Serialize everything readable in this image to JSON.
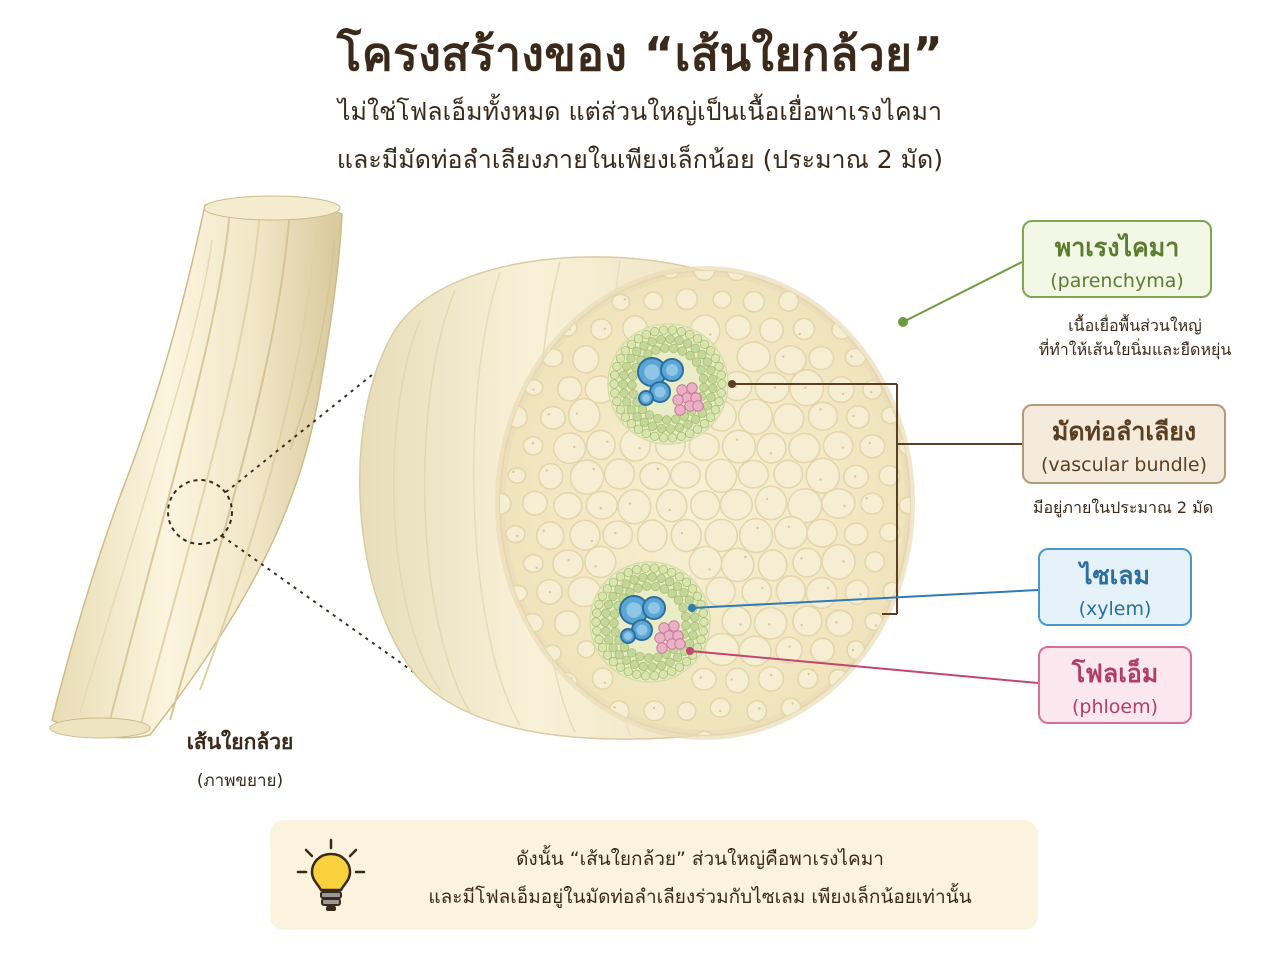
{
  "header": {
    "title": "โครงสร้างของ “เส้นใยกล้วย”",
    "subtitle_line1": "ไม่ใช่โฟลเอ็มทั้งหมด แต่ส่วนใหญ่เป็นเนื้อเยื่อพาเรงไคมา",
    "subtitle_line2": "และมีมัดท่อลำเลียงภายในเพียงเล็กน้อย (ประมาณ 2 มัด)"
  },
  "fiber": {
    "label": "เส้นใยกล้วย",
    "sublabel": "(ภาพขยาย)"
  },
  "labels": {
    "parenchyma": {
      "th": "พาเรงไคมา",
      "en": "(parenchyma)",
      "color": "#5a7d2f",
      "note_line1": "เนื้อเยื่อพื้นส่วนใหญ่",
      "note_line2": "ที่ทำให้เส้นใยนิ่มและยืดหยุ่น"
    },
    "vascular_bundle": {
      "th": "มัดท่อลำเลียง",
      "en": "(vascular bundle)",
      "color": "#5b3f22",
      "note": "มีอยู่ภายในประมาณ 2 มัด"
    },
    "xylem": {
      "th": "ไซเลม",
      "en": "(xylem)",
      "color": "#2b6f9e"
    },
    "phloem": {
      "th": "โฟลเอ็ม",
      "en": "(phloem)",
      "color": "#b13f64"
    }
  },
  "conclusion": {
    "line1": "ดังนั้น “เส้นใยกล้วย” ส่วนใหญ่คือพาเรงไคมา",
    "line2": "และมีโฟลเอ็มอยู่ในมัดท่อลำเลียงร่วมกับไซเลม เพียงเล็กน้อยเท่านั้น",
    "icon": "lightbulb-icon"
  },
  "colors": {
    "parenchyma_cell": "#f6eed2",
    "cell_border": "#e4d6aa",
    "xylem_cell": "#5aa6d6",
    "phloem_cell": "#eab0c6",
    "bundle_sheath": "#c4d79a"
  }
}
